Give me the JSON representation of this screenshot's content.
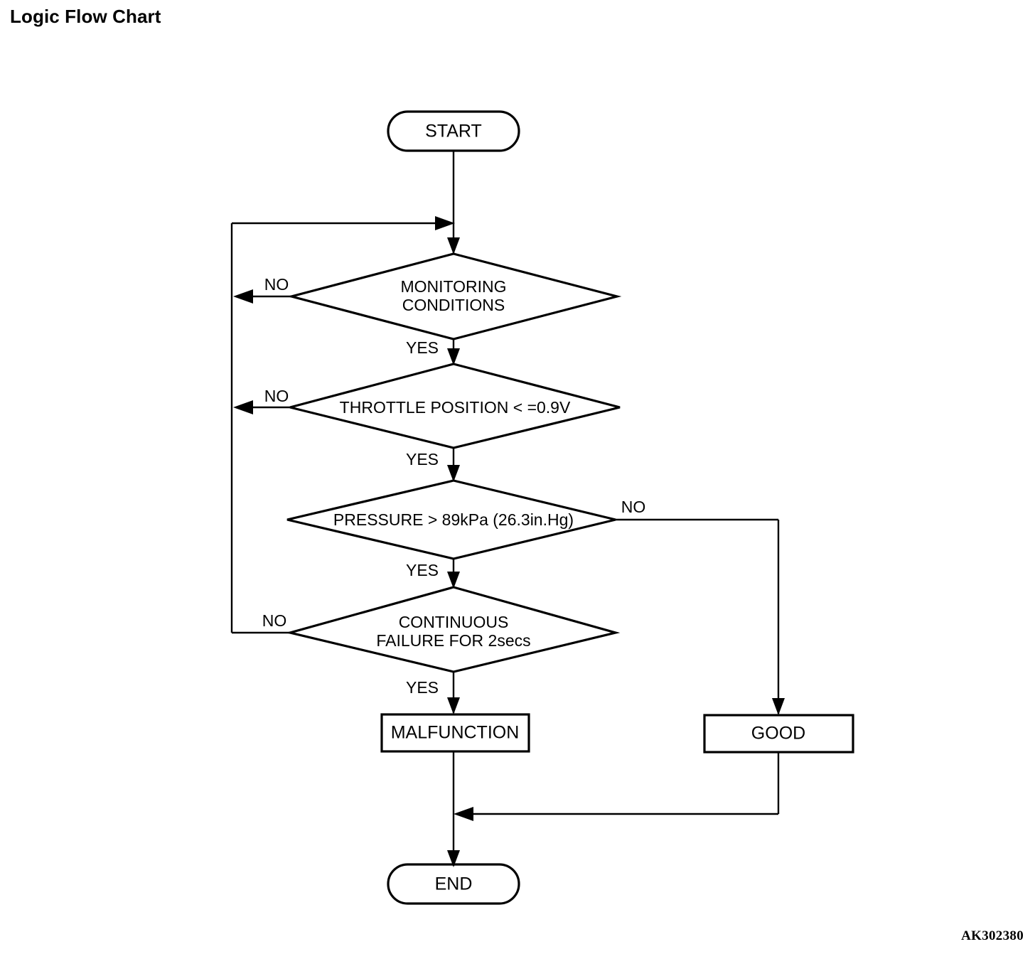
{
  "page": {
    "title": "Logic Flow Chart",
    "figure_code": "AK302380"
  },
  "chart_data": {
    "type": "diagram",
    "diagram_kind": "flowchart",
    "title": "Logic Flow Chart",
    "orientation": "top-to-bottom",
    "nodes": [
      {
        "id": "start",
        "shape": "terminator",
        "label": "START"
      },
      {
        "id": "monitoring",
        "shape": "decision",
        "label_line1": "MONITORING",
        "label_line2": "CONDITIONS"
      },
      {
        "id": "throttle",
        "shape": "decision",
        "label_line1": "THROTTLE POSITION < =0.9V",
        "label_line2": ""
      },
      {
        "id": "pressure",
        "shape": "decision",
        "label_line1": "PRESSURE > 89kPa (26.3in.Hg)",
        "label_line2": ""
      },
      {
        "id": "continuous",
        "shape": "decision",
        "label_line1": "CONTINUOUS",
        "label_line2": "FAILURE FOR 2secs"
      },
      {
        "id": "malfunction",
        "shape": "process",
        "label": "MALFUNCTION"
      },
      {
        "id": "good",
        "shape": "process",
        "label": "GOOD"
      },
      {
        "id": "end",
        "shape": "terminator",
        "label": "END"
      }
    ],
    "edges": [
      {
        "from": "start",
        "to": "monitoring",
        "label": ""
      },
      {
        "from": "monitoring",
        "to": "loop-back",
        "label": "NO"
      },
      {
        "from": "monitoring",
        "to": "throttle",
        "label": "YES"
      },
      {
        "from": "throttle",
        "to": "loop-back",
        "label": "NO"
      },
      {
        "from": "throttle",
        "to": "pressure",
        "label": "YES"
      },
      {
        "from": "pressure",
        "to": "good",
        "label": "NO"
      },
      {
        "from": "pressure",
        "to": "continuous",
        "label": "YES"
      },
      {
        "from": "continuous",
        "to": "loop-back",
        "label": "NO"
      },
      {
        "from": "continuous",
        "to": "malfunction",
        "label": "YES"
      },
      {
        "from": "malfunction",
        "to": "end",
        "label": ""
      },
      {
        "from": "good",
        "to": "end",
        "label": ""
      }
    ],
    "branch_labels": {
      "monitoring_no": "NO",
      "monitoring_yes": "YES",
      "throttle_no": "NO",
      "throttle_yes": "YES",
      "pressure_no": "NO",
      "pressure_yes": "YES",
      "continuous_no": "NO",
      "continuous_yes": "YES"
    },
    "colors": {
      "stroke": "#000000",
      "fill": "#ffffff",
      "text": "#000000",
      "background": "#ffffff"
    }
  },
  "nodes": {
    "start": {
      "label": "START"
    },
    "monitoring": {
      "line1": "MONITORING",
      "line2": "CONDITIONS"
    },
    "throttle": {
      "line1": "THROTTLE POSITION < =0.9V"
    },
    "pressure": {
      "line1": "PRESSURE > 89kPa (26.3in.Hg)"
    },
    "continuous": {
      "line1": "CONTINUOUS",
      "line2": "FAILURE FOR 2secs"
    },
    "malfunction": {
      "label": "MALFUNCTION"
    },
    "good": {
      "label": "GOOD"
    },
    "end": {
      "label": "END"
    }
  },
  "labels": {
    "monitoring_no": "NO",
    "monitoring_yes": "YES",
    "throttle_no": "NO",
    "throttle_yes": "YES",
    "pressure_no": "NO",
    "pressure_yes": "YES",
    "continuous_no": "NO",
    "continuous_yes": "YES"
  }
}
